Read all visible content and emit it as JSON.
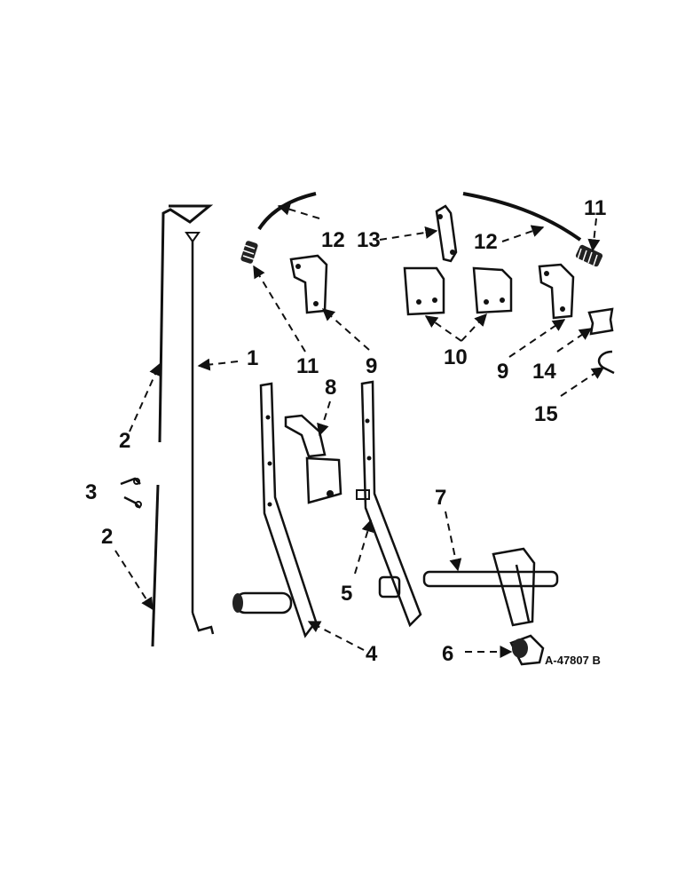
{
  "callouts": {
    "c1": "1",
    "c2a": "2",
    "c2b": "2",
    "c3": "3",
    "c4": "4",
    "c5": "5",
    "c6": "6",
    "c7": "7",
    "c8": "8",
    "c9a": "9",
    "c9b": "9",
    "c10": "10",
    "c11a": "11",
    "c11b": "11",
    "c12a": "12",
    "c12b": "12",
    "c13": "13",
    "c14": "14",
    "c15": "15"
  },
  "drawing_code": "A-47807 B"
}
